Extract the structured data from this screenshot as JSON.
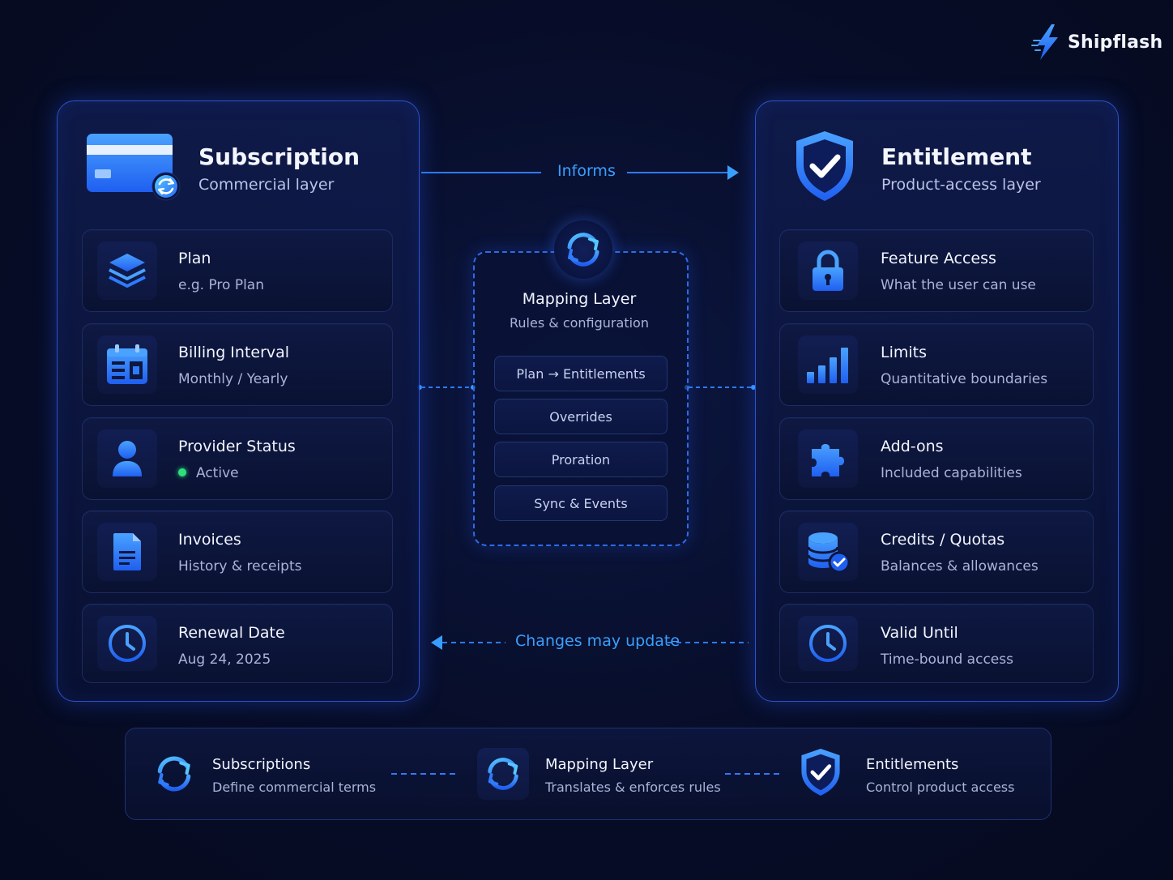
{
  "brand": {
    "name": "Shipflash"
  },
  "subscription": {
    "title": "Subscription",
    "subtitle": "Commercial layer",
    "items": [
      {
        "icon": "layers-icon",
        "title": "Plan",
        "subtitle": "e.g. Pro Plan"
      },
      {
        "icon": "calendar-icon",
        "title": "Billing Interval",
        "subtitle": "Monthly / Yearly"
      },
      {
        "icon": "user-icon",
        "title": "Provider Status",
        "subtitle": "Active",
        "status_color": "#2ee07a"
      },
      {
        "icon": "document-icon",
        "title": "Invoices",
        "subtitle": "History & receipts"
      },
      {
        "icon": "clock-icon",
        "title": "Renewal Date",
        "subtitle": "Aug 24, 2025"
      }
    ]
  },
  "entitlement": {
    "title": "Entitlement",
    "subtitle": "Product-access layer",
    "items": [
      {
        "icon": "lock-icon",
        "title": "Feature Access",
        "subtitle": "What the user can use"
      },
      {
        "icon": "bar-chart-icon",
        "title": "Limits",
        "subtitle": "Quantitative boundaries"
      },
      {
        "icon": "puzzle-icon",
        "title": "Add-ons",
        "subtitle": "Included capabilities"
      },
      {
        "icon": "coins-check-icon",
        "title": "Credits / Quotas",
        "subtitle": "Balances & allowances"
      },
      {
        "icon": "clock-icon",
        "title": "Valid Until",
        "subtitle": "Time-bound access"
      }
    ]
  },
  "flow": {
    "informs": "Informs",
    "changes": "Changes may update"
  },
  "mapping": {
    "title": "Mapping Layer",
    "subtitle": "Rules & configuration",
    "rules": [
      "Plan → Entitlements",
      "Overrides",
      "Proration",
      "Sync & Events"
    ]
  },
  "summary": [
    {
      "icon": "sync-icon",
      "title": "Subscriptions",
      "subtitle": "Define commercial terms"
    },
    {
      "icon": "sync-icon",
      "title": "Mapping Layer",
      "subtitle": "Translates & enforces rules"
    },
    {
      "icon": "shield-check-icon",
      "title": "Entitlements",
      "subtitle": "Control product access"
    }
  ],
  "colors": {
    "accent": "#2f7bff",
    "link": "#3aa0ff",
    "panel_border": "#2d53c9",
    "background": "#070d28"
  }
}
